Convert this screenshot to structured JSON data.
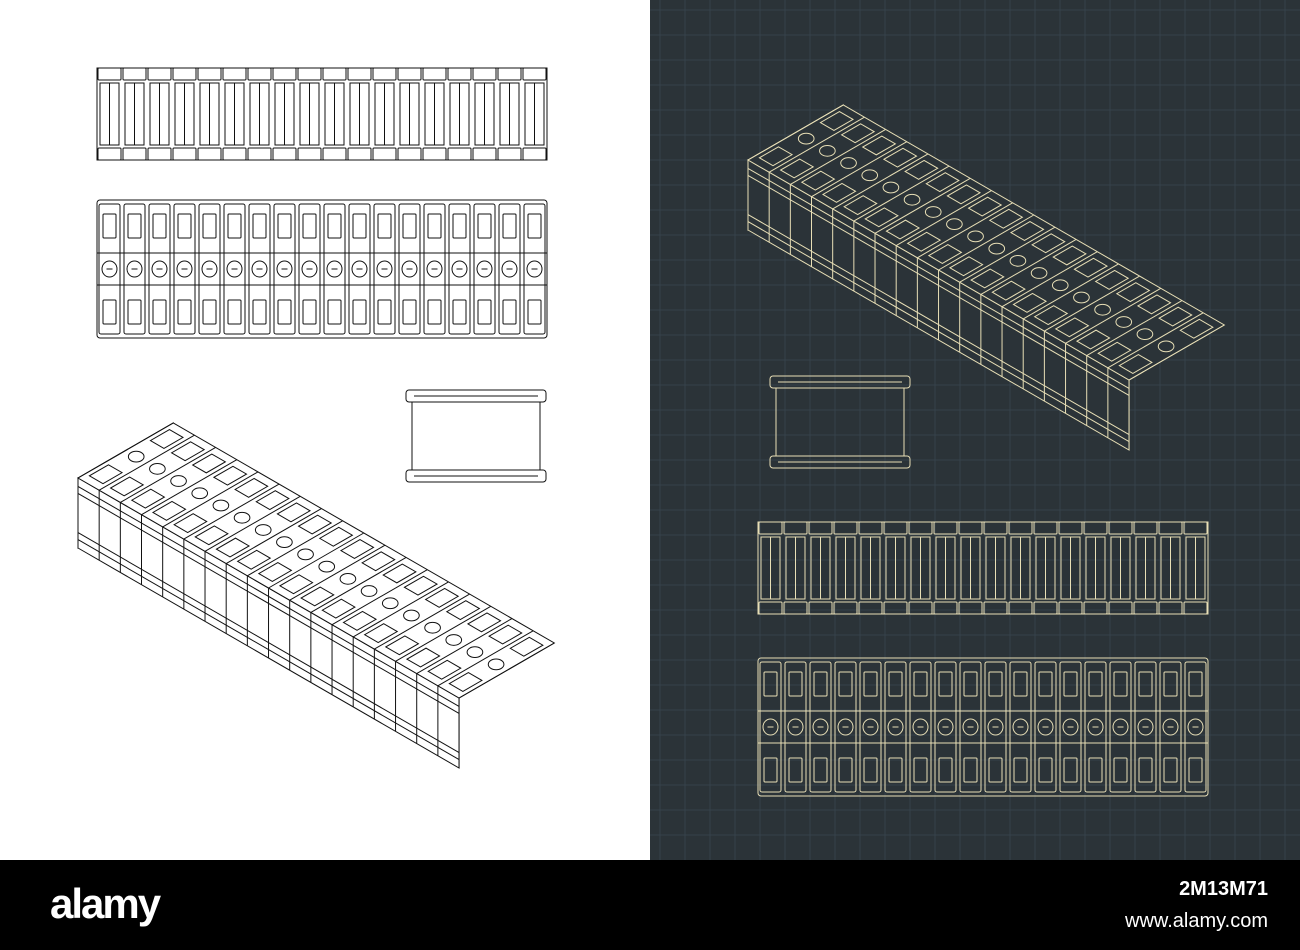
{
  "colors": {
    "blueprint_background": "#2b3338",
    "blueprint_line": "#e8dfb6",
    "paper_background": "#ffffff",
    "paper_line": "#111111",
    "footer_background": "#000000"
  },
  "drawing": {
    "cell_count": 18,
    "views": [
      "top-view",
      "front-view",
      "side-view",
      "isometric-view"
    ]
  },
  "footer": {
    "logo": "alamy",
    "image_id": "2M13M71",
    "site": "www.alamy.com"
  }
}
